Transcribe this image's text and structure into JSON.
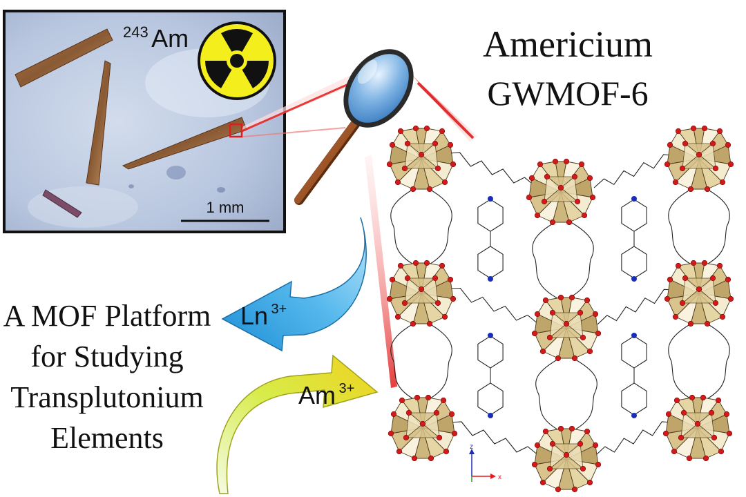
{
  "title": {
    "line1": "Americium",
    "line2": "GWMOF-6"
  },
  "platform_text": {
    "line1": "A MOF Platform",
    "line2": "for Studying",
    "line3": "Transplutonium",
    "line4": "Elements"
  },
  "photo": {
    "isotope_mass": "243",
    "isotope_symbol": "Am",
    "scale_label": "1 mm"
  },
  "arrows": {
    "ln_base": "Ln",
    "ln_charge": "3+",
    "am_base": "Am",
    "am_charge": "3+"
  },
  "axes": {
    "z_label": "z",
    "x_label": "x"
  },
  "colors": {
    "polyhedron_fill": "#e9ddb3",
    "oxygen_atom": "#d11a1a",
    "nitrogen_atom": "#1a2db8",
    "ln_arrow": "#3aa7e0",
    "am_arrow": "#e6e83a",
    "radiation_yellow": "#f4ee1c",
    "magnifier_lens": "#6fa9dd"
  }
}
